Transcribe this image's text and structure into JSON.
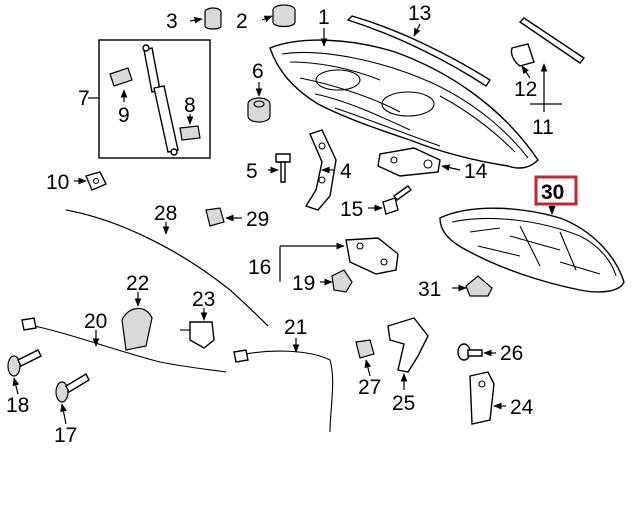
{
  "diagram": {
    "highlight_color": "#c1272d",
    "callouts": [
      {
        "id": "1",
        "label": "1"
      },
      {
        "id": "2",
        "label": "2"
      },
      {
        "id": "3",
        "label": "3"
      },
      {
        "id": "4",
        "label": "4"
      },
      {
        "id": "5",
        "label": "5"
      },
      {
        "id": "6",
        "label": "6"
      },
      {
        "id": "7",
        "label": "7"
      },
      {
        "id": "8",
        "label": "8"
      },
      {
        "id": "9",
        "label": "9"
      },
      {
        "id": "10",
        "label": "10"
      },
      {
        "id": "11",
        "label": "11"
      },
      {
        "id": "12",
        "label": "12"
      },
      {
        "id": "13",
        "label": "13"
      },
      {
        "id": "14",
        "label": "14"
      },
      {
        "id": "15",
        "label": "15"
      },
      {
        "id": "16",
        "label": "16"
      },
      {
        "id": "17",
        "label": "17"
      },
      {
        "id": "18",
        "label": "18"
      },
      {
        "id": "19",
        "label": "19"
      },
      {
        "id": "20",
        "label": "20"
      },
      {
        "id": "21",
        "label": "21"
      },
      {
        "id": "22",
        "label": "22"
      },
      {
        "id": "23",
        "label": "23"
      },
      {
        "id": "24",
        "label": "24"
      },
      {
        "id": "25",
        "label": "25"
      },
      {
        "id": "26",
        "label": "26"
      },
      {
        "id": "27",
        "label": "27"
      },
      {
        "id": "28",
        "label": "28"
      },
      {
        "id": "29",
        "label": "29"
      },
      {
        "id": "30",
        "label": "30",
        "highlighted": true
      },
      {
        "id": "31",
        "label": "31"
      }
    ]
  }
}
